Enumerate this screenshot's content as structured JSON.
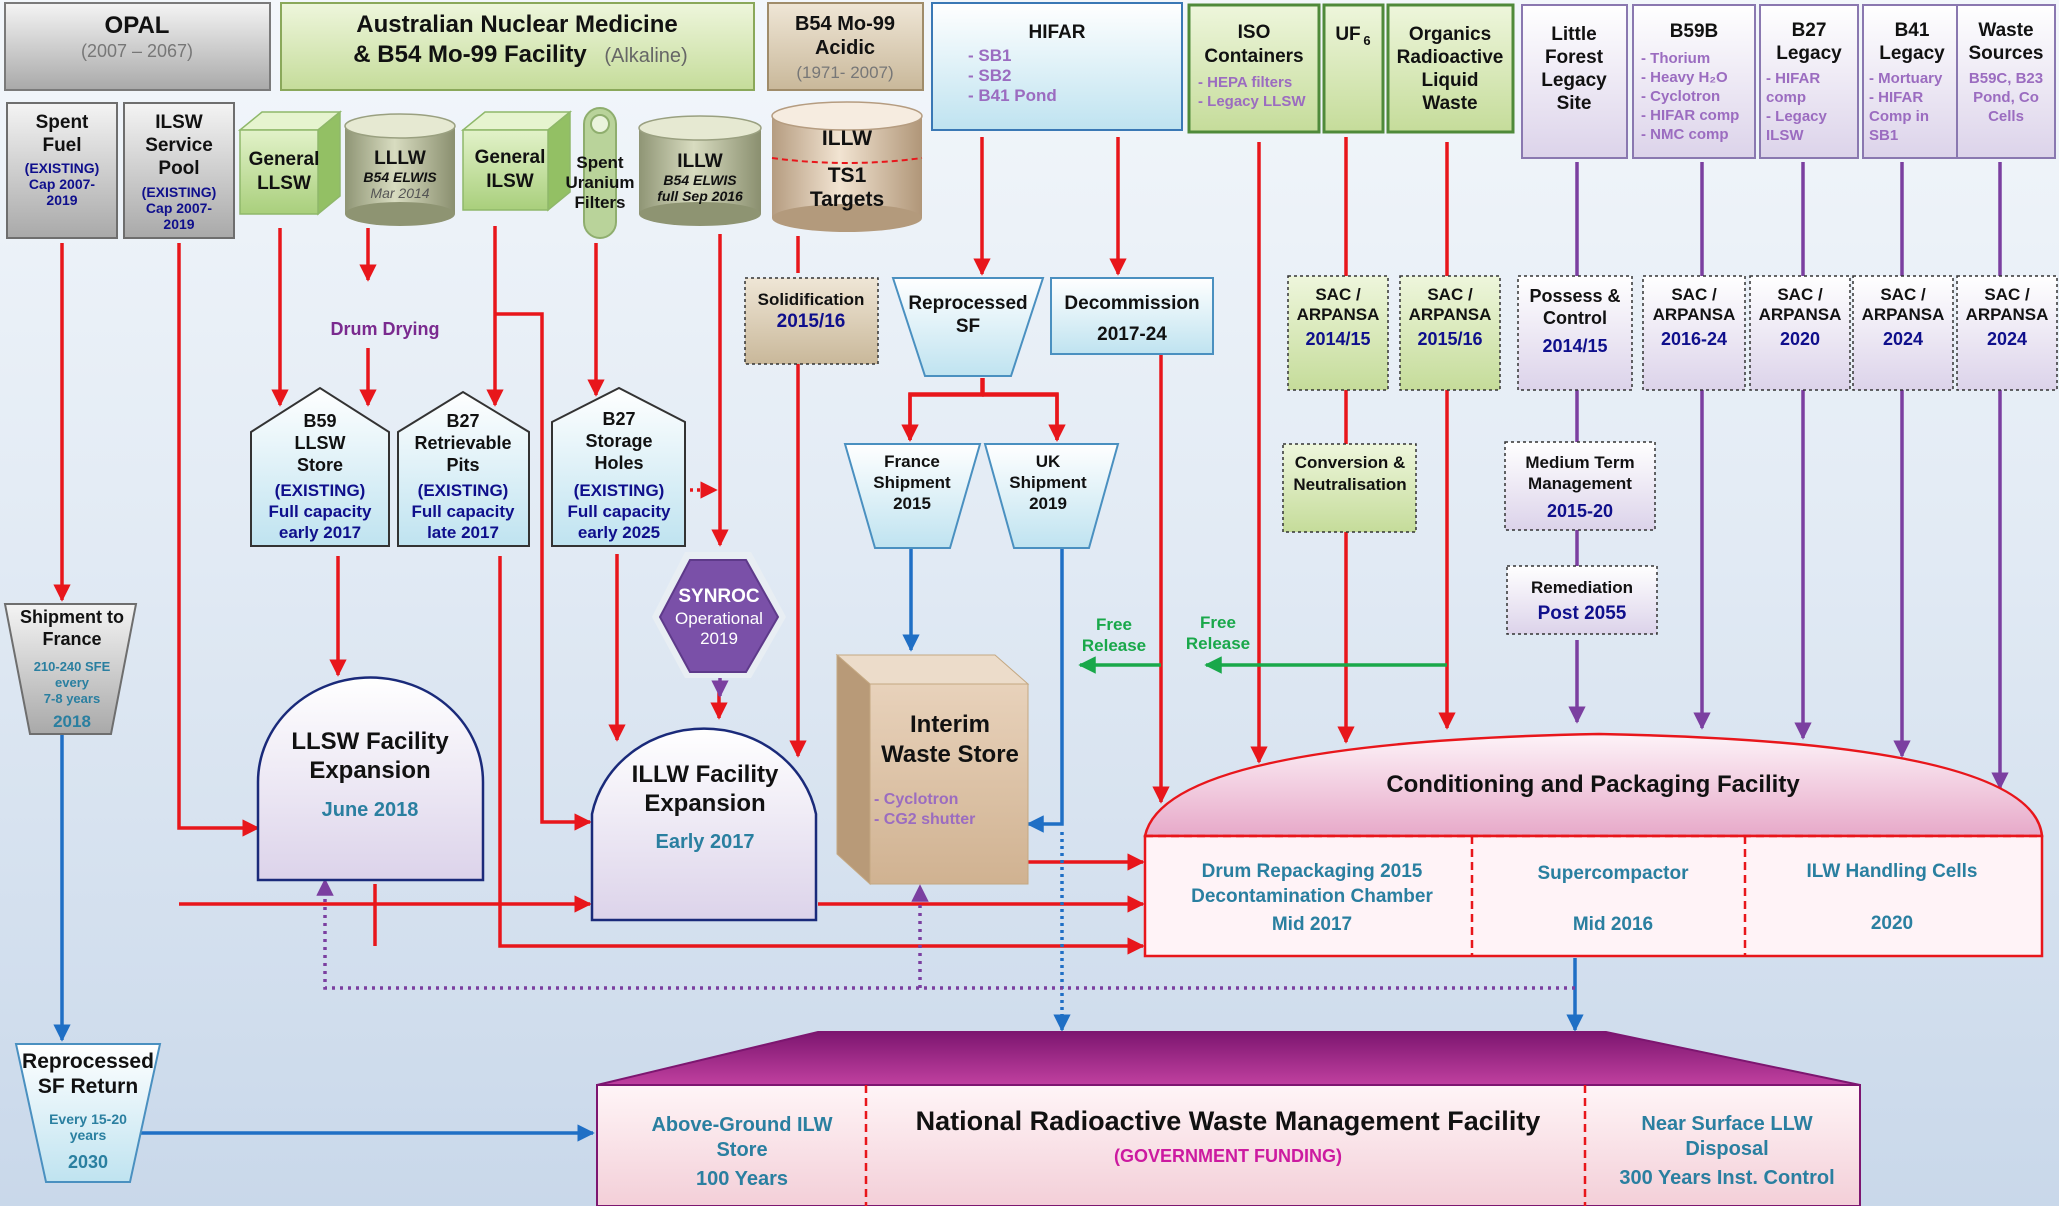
{
  "headers": {
    "opal": {
      "title": "OPAL",
      "sub": "(2007 – 2067)"
    },
    "anm": {
      "line1": "Australian Nuclear Medicine",
      "line2": "& B54 Mo-99 Facility",
      "alkaline": "(Alkaline)"
    },
    "b54acid": {
      "line1": "B54 Mo-99",
      "line2": "Acidic",
      "line3": "(1971- 2007)"
    },
    "hifar": {
      "title": "HIFAR",
      "items": [
        "- SB1",
        "- SB2",
        "- B41 Pond"
      ]
    },
    "iso": {
      "line1": "ISO",
      "line2": "Containers",
      "items": [
        "- HEPA filters",
        "- Legacy LLSW"
      ]
    },
    "uf6": {
      "main": "UF",
      "sub": "6"
    },
    "organics": {
      "lines": [
        "Organics",
        "Radioactive",
        "Liquid",
        "Waste"
      ]
    },
    "littleforest": {
      "lines": [
        "Little",
        "Forest",
        "Legacy",
        "Site"
      ]
    },
    "b59b": {
      "title": "B59B",
      "items": [
        "- Thorium",
        "- Heavy H₂O",
        "- Cyclotron",
        "- HIFAR comp",
        "- NMC comp"
      ]
    },
    "b27legacy": {
      "line1": "B27",
      "line2": "Legacy",
      "items": [
        "- HIFAR",
        "comp",
        "- Legacy",
        "ILSW"
      ]
    },
    "b41legacy": {
      "line1": "B41",
      "line2": "Legacy",
      "items": [
        "- Mortuary",
        "- HIFAR",
        "Comp in",
        "SB1"
      ]
    },
    "wastesources": {
      "line1": "Waste",
      "line2": "Sources",
      "items": [
        "B59C, B23",
        "Pond, Co",
        "Cells"
      ]
    }
  },
  "sources": {
    "spentfuel": {
      "lines": [
        "Spent",
        "Fuel"
      ],
      "status": [
        "(EXISTING)",
        "Cap 2007-",
        "2019"
      ]
    },
    "ilsw_pool": {
      "lines": [
        "ILSW",
        "Service",
        "Pool"
      ],
      "status": [
        "(EXISTING)",
        "Cap 2007-",
        "2019"
      ]
    },
    "general_llsw": {
      "lines": [
        "General",
        "LLSW"
      ]
    },
    "lllw": {
      "title": "LLLW",
      "sub1": "B54 ELWIS",
      "sub2": "Mar 2014"
    },
    "general_ilsw": {
      "lines": [
        "General",
        "ILSW"
      ]
    },
    "spent_u": {
      "lines": [
        "Spent",
        "Uranium",
        "Filters"
      ]
    },
    "illw_cyl": {
      "title": "ILLW",
      "sub1": "B54 ELWIS",
      "sub2": "full Sep 2016"
    },
    "ts1": {
      "top": "ILLW",
      "line1": "TS1",
      "line2": "Targets"
    }
  },
  "process": {
    "drum_drying": "Drum Drying",
    "solidification": {
      "title": "Solidification",
      "date": "2015/16"
    },
    "reprocessed_sf": {
      "lines": [
        "Reprocessed",
        "SF"
      ]
    },
    "decommission": {
      "title": "Decommission",
      "date": "2017-24"
    },
    "france_shipment": {
      "lines": [
        "France",
        "Shipment",
        "2015"
      ]
    },
    "uk_shipment": {
      "lines": [
        "UK",
        "Shipment",
        "2019"
      ]
    },
    "sac1": {
      "lines": [
        "SAC /",
        "ARPANSA"
      ],
      "date": "2014/15"
    },
    "sac2": {
      "lines": [
        "SAC /",
        "ARPANSA"
      ],
      "date": "2015/16"
    },
    "possess": {
      "lines": [
        "Possess &",
        "Control"
      ],
      "date": "2014/15"
    },
    "sac3": {
      "lines": [
        "SAC /",
        "ARPANSA"
      ],
      "date": "2016-24"
    },
    "sac4": {
      "lines": [
        "SAC /",
        "ARPANSA"
      ],
      "date": "2020"
    },
    "sac5": {
      "lines": [
        "SAC /",
        "ARPANSA"
      ],
      "date": "2024"
    },
    "sac6": {
      "lines": [
        "SAC /",
        "ARPANSA"
      ],
      "date": "2024"
    },
    "conversion": {
      "lines": [
        "Conversion &",
        "Neutralisation"
      ]
    },
    "medium_term": {
      "lines": [
        "Medium Term",
        "Management"
      ],
      "date": "2015-20"
    },
    "remediation": {
      "title": "Remediation",
      "date": "Post 2055"
    },
    "free_release_1": [
      "Free",
      "Release"
    ],
    "free_release_2": [
      "Free",
      "Release"
    ]
  },
  "stores": {
    "b59": {
      "lines": [
        "B59",
        "LLSW",
        "Store"
      ],
      "status": [
        "(EXISTING)",
        "Full capacity",
        "early 2017"
      ]
    },
    "b27pits": {
      "lines": [
        "B27",
        "Retrievable",
        "Pits"
      ],
      "status": [
        "(EXISTING)",
        "Full capacity",
        "late 2017"
      ]
    },
    "b27holes": {
      "lines": [
        "B27",
        "Storage",
        "Holes"
      ],
      "status": [
        "(EXISTING)",
        "Full capacity",
        "early 2025"
      ]
    },
    "synroc": {
      "title": "SYNROC",
      "lines": [
        "Operational",
        "2019"
      ]
    },
    "shipment_france": {
      "lines": [
        "Shipment to",
        "France"
      ],
      "detail": [
        "210-240 SFE",
        "every",
        "7-8 years"
      ],
      "year": "2018"
    },
    "llsw_exp": {
      "lines": [
        "LLSW Facility",
        "Expansion"
      ],
      "date": "June 2018"
    },
    "illw_exp": {
      "lines": [
        "ILLW Facility",
        "Expansion"
      ],
      "date": "Early 2017"
    },
    "interim": {
      "lines": [
        "Interim",
        "Waste Store"
      ],
      "items": [
        "- Cyclotron",
        "- CG2 shutter"
      ]
    },
    "conditioning": {
      "title": "Conditioning and Packaging Facility",
      "col1": [
        "Drum Repackaging 2015",
        "Decontamination Chamber",
        "Mid 2017"
      ],
      "col2": {
        "title": "Supercompactor",
        "date": "Mid 2016"
      },
      "col3": {
        "title": "ILW Handling Cells",
        "date": "2020"
      }
    },
    "reprocessed_return": {
      "lines": [
        "Reprocessed",
        "SF Return"
      ],
      "detail": [
        "Every 15-20",
        "years"
      ],
      "year": "2030"
    },
    "nrwmf": {
      "title": "National Radioactive Waste Management Facility",
      "funding": "(GOVERNMENT FUNDING)",
      "left": [
        "Above-Ground ILW",
        "Store",
        "100 Years"
      ],
      "right": [
        "Near Surface LLW",
        "Disposal",
        "300 Years Inst. Control"
      ]
    }
  },
  "colors": {
    "red_flow": "#e8161b",
    "purple_flow": "#7b3fa0",
    "blue_flow": "#1f6fc5",
    "green_flow": "#19a84a",
    "navy_text": "#0f0f8c",
    "teal_text": "#2a7fa0",
    "lilac_text": "#9b6cc0"
  }
}
